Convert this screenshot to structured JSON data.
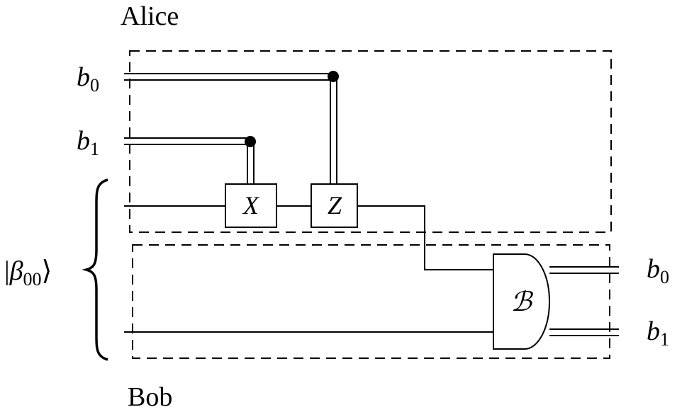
{
  "diagram": {
    "parties": {
      "alice": "Alice",
      "bob": "Bob"
    },
    "inputs": {
      "b0": {
        "base": "b",
        "sub": "0"
      },
      "b1": {
        "base": "b",
        "sub": "1"
      }
    },
    "outputs": {
      "b0": {
        "base": "b",
        "sub": "0"
      },
      "b1": {
        "base": "b",
        "sub": "1"
      }
    },
    "state": {
      "open": "|",
      "symbol": "β",
      "sub": "00",
      "close": "⟩"
    },
    "gates": {
      "x": "X",
      "z": "Z",
      "bell": "ℬ"
    }
  }
}
